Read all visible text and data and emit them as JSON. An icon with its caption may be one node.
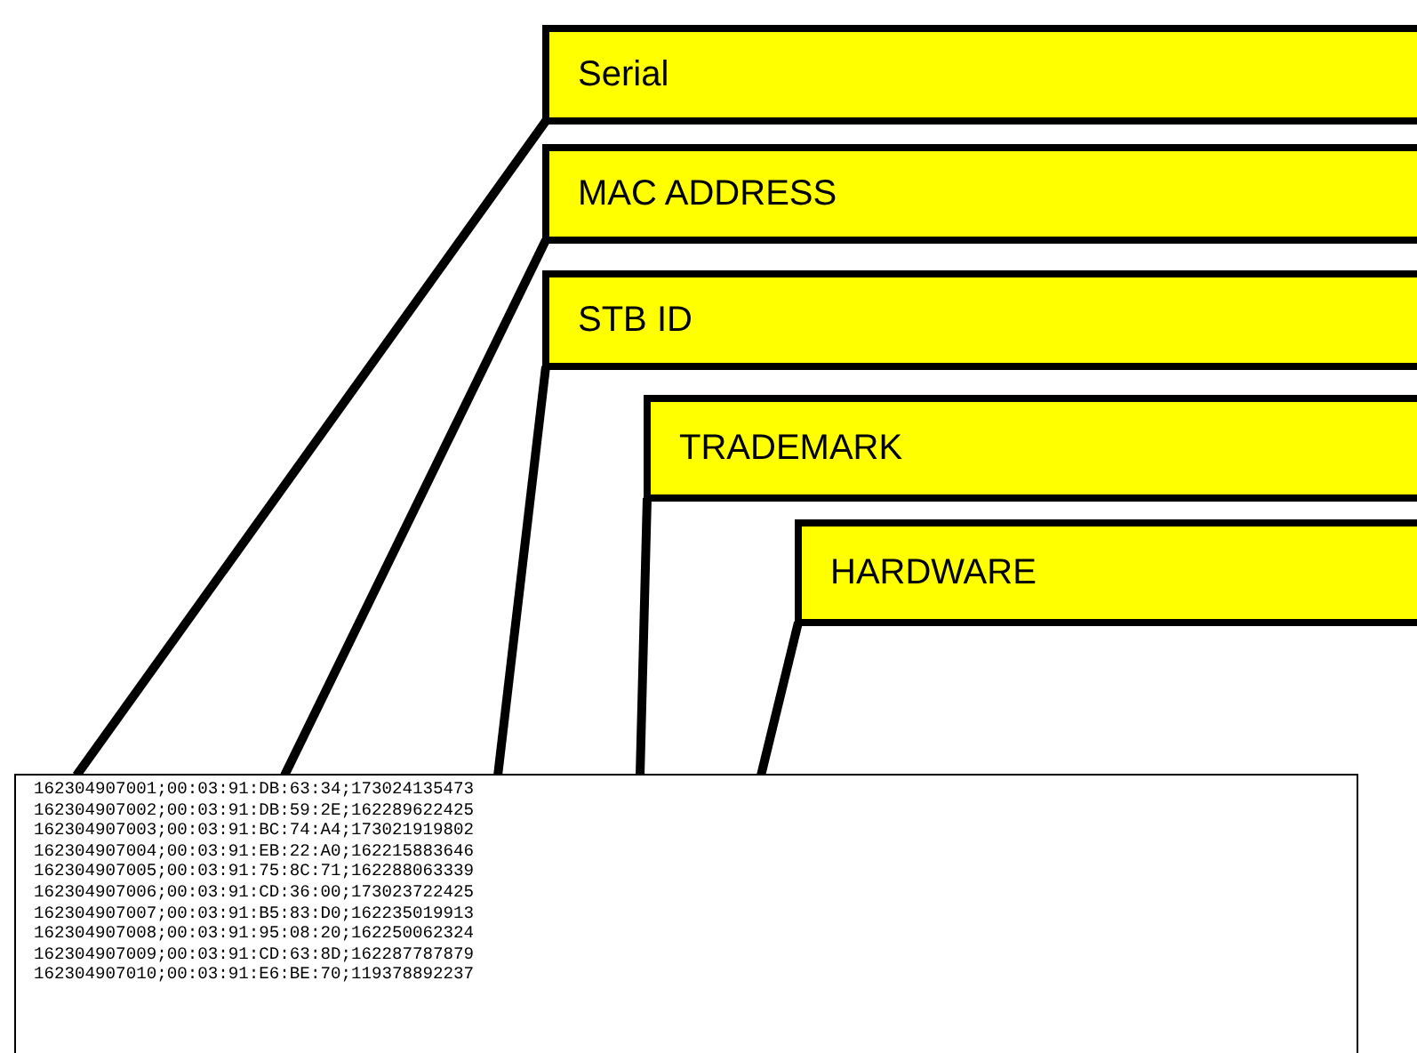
{
  "diagram": {
    "nodes": [
      {
        "text": [
          "Serial"
        ]
      },
      {
        "text": [
          "MAC ADDRESS"
        ]
      },
      {
        "text": [
          "STB ID"
        ]
      },
      {
        "text": [
          "TRADEMARK"
        ]
      },
      {
        "text": [
          "HARDWARE"
        ]
      },
      {
        "text": [
          "162304907001;00:03:91:DB:63:34;173024135473",
          "162304907002;00:03:91:DB:59:2E;162289622425",
          "162304907003;00:03:91:BC:74:A4;173021919802",
          "162304907004;00:03:91:EB:22:A0;162215883646",
          "162304907005;00:03:91:75:8C:71;162288063339",
          "162304907006;00:03:91:CD:36:00;173023722425",
          "162304907007;00:03:91:B5:83:D0;162235019913",
          "162304907008;00:03:91:95:08:20;162250062324",
          "162304907009;00:03:91:CD:63:8D;162287787879",
          "162304907010;00:03:91:E6:BE:70;119378892237"
        ]
      }
    ],
    "edges": [
      {
        "from": 0,
        "to": 5,
        "arrow": "none"
      },
      {
        "from": 1,
        "to": 5,
        "arrow": "none"
      },
      {
        "from": 2,
        "to": 5,
        "arrow": "none"
      },
      {
        "from": 3,
        "to": 5,
        "arrow": "none"
      },
      {
        "from": 4,
        "to": 5,
        "arrow": "none"
      }
    ]
  }
}
